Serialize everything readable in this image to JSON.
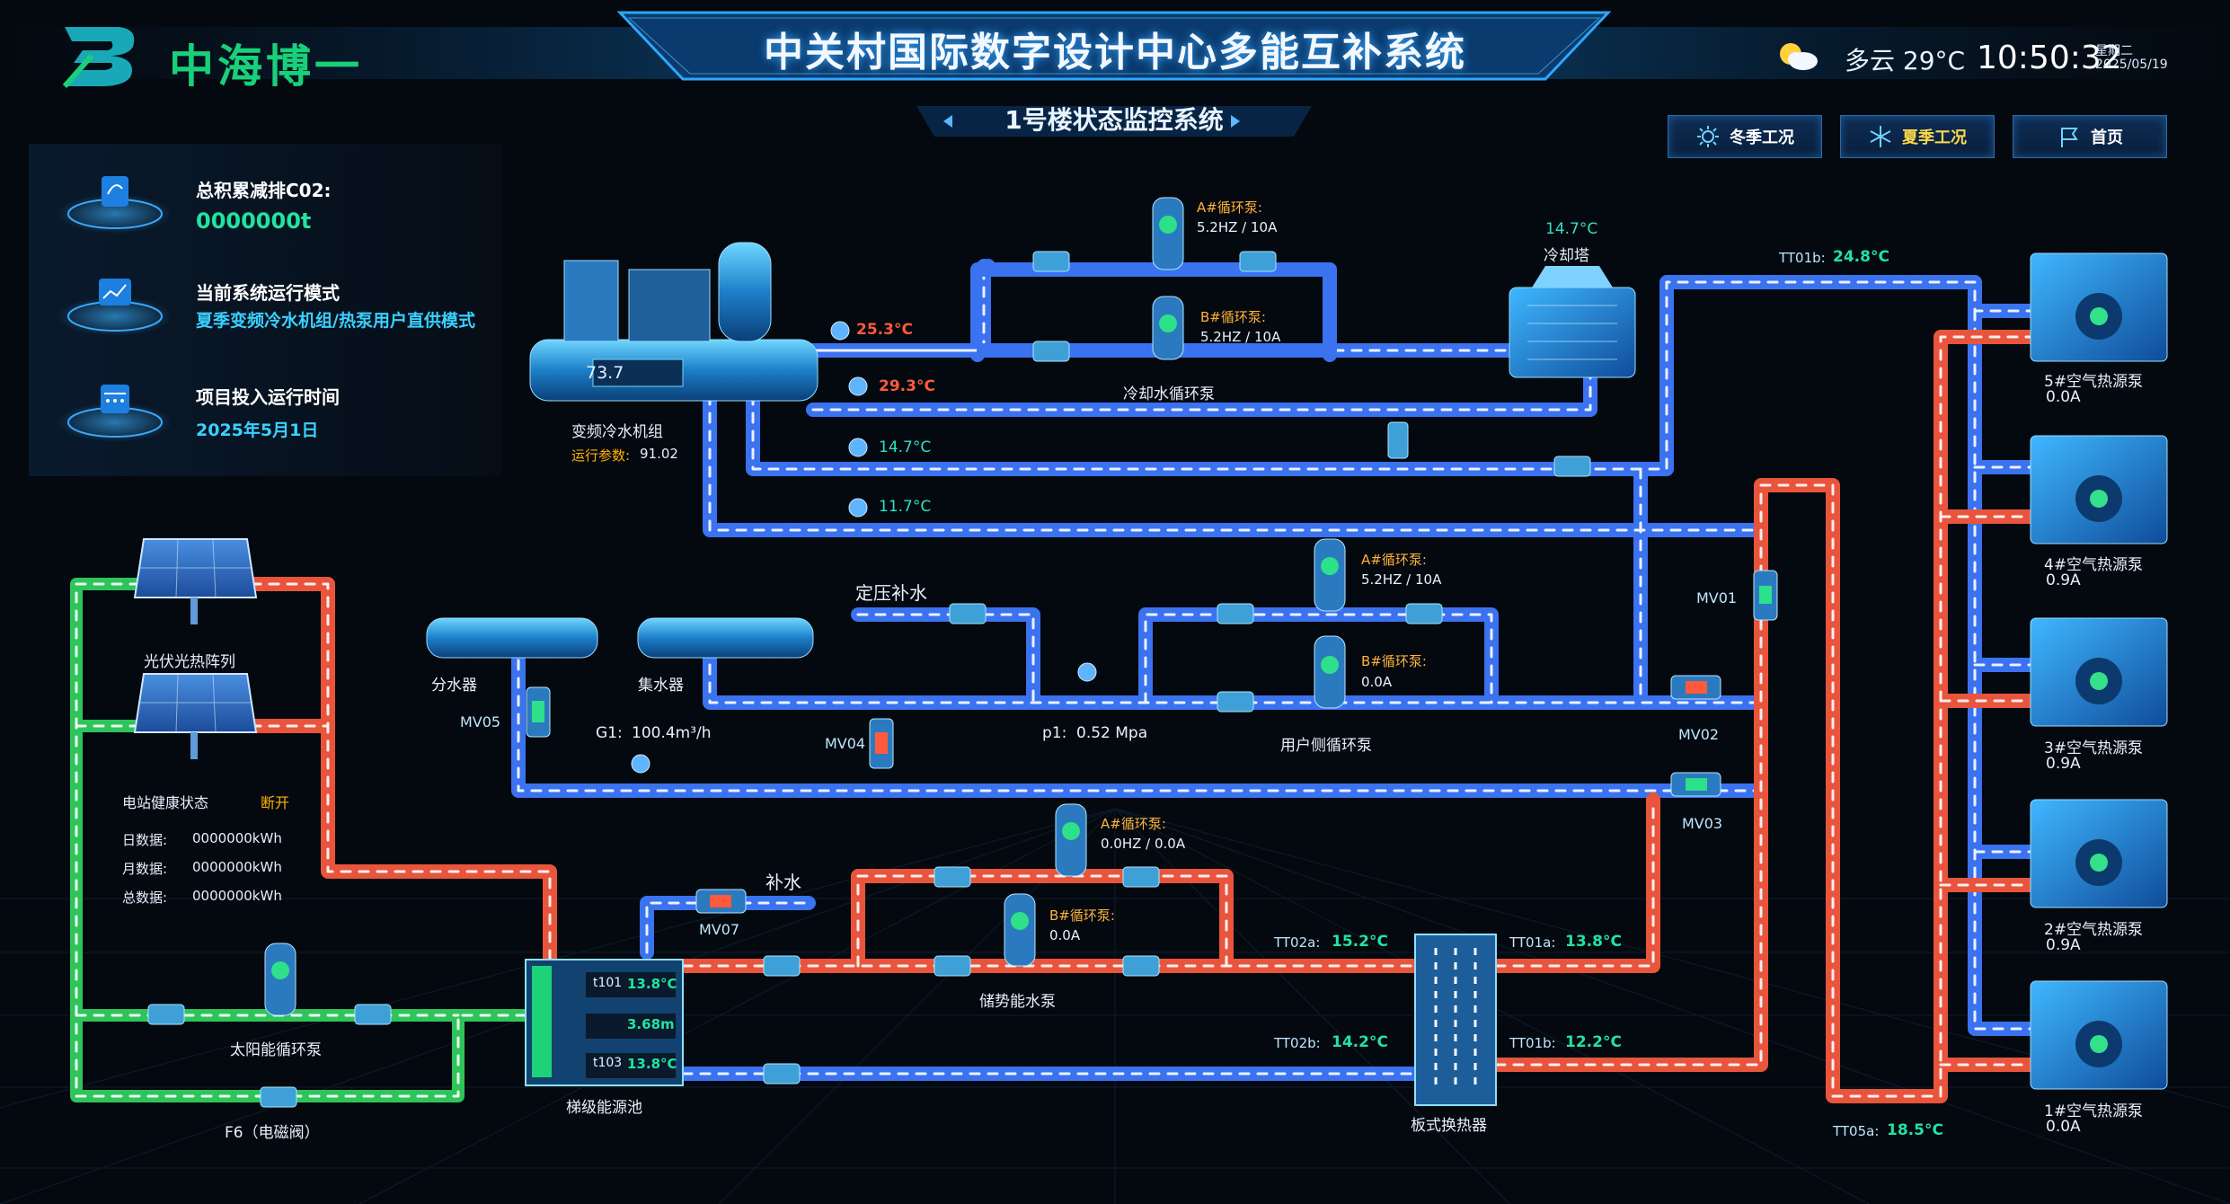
{
  "header": {
    "brand": "中海博一",
    "title": "中关村国际数字设计中心多能互补系统",
    "subtitle": "1号楼状态监控系统",
    "weather": "多云 29°C",
    "time": "10:50:32",
    "weekday": "星期二",
    "date": "2025/05/19",
    "nav": [
      "冬季工况",
      "夏季工况",
      "首页"
    ],
    "active_nav": "夏季工况"
  },
  "info": {
    "co2_label": "总积累减排C02:",
    "co2_value": "0000000t",
    "mode_label": "当前系统运行模式",
    "mode_value": "夏季变频冷水机组/热泵用户直供模式",
    "start_label": "项目投入运行时间",
    "start_value": "2025年5月1日"
  },
  "chiller": {
    "name": "变频冷水机组",
    "param_label": "运行参数:",
    "param_value": "91.02",
    "display": "73.7",
    "t1": "25.3°C",
    "t2": "29.3°C",
    "t3": "14.7°C",
    "t4": "11.7°C"
  },
  "cooling_tower": {
    "temp": "14.7°C",
    "name": "冷却塔",
    "pump_group": "冷却水循环泵",
    "pumpA_label": "A#循环泵:",
    "pumpA_value": "5.2HZ / 10A",
    "pumpB_label": "B#循环泵:",
    "pumpB_value": "5.2HZ / 10A"
  },
  "user_side": {
    "pumpA_label": "A#循环泵:",
    "pumpA_value": "5.2HZ / 10A",
    "pumpB_label": "B#循环泵:",
    "pumpB_value": "0.0A",
    "group": "用户侧循环泵",
    "pressure_label": "定压补水",
    "p1_label": "p1:",
    "p1_value": "0.52 Mpa",
    "g1_label": "G1:",
    "g1_value": "100.4m³/h",
    "supply": "分水器",
    "return": "集水器"
  },
  "valves": {
    "mv01": "MV01",
    "mv02": "MV02",
    "mv03": "MV03",
    "mv04": "MV04",
    "mv05": "MV05",
    "mv07": "MV07"
  },
  "sensors": {
    "tt01b_top_label": "TT01b:",
    "tt01b_top_value": "24.8°C",
    "tt02a_label": "TT02a:",
    "tt02a_value": "15.2°C",
    "tt01a_label": "TT01a:",
    "tt01a_value": "13.8°C",
    "tt02b_label": "TT02b:",
    "tt02b_value": "14.2°C",
    "tt01b_label": "TT01b:",
    "tt01b_value": "12.2°C",
    "tt05a_label": "TT05a:",
    "tt05a_value": "18.5°C"
  },
  "solar": {
    "array": "光伏光热阵列",
    "health_label": "电站健康状态",
    "health_value": "断开",
    "day_label": "日数据:",
    "day_value": "0000000kWh",
    "month_label": "月数据:",
    "month_value": "0000000kWh",
    "total_label": "总数据:",
    "total_value": "0000000kWh",
    "pump": "太阳能循环泵",
    "valve": "F6（电磁阀）"
  },
  "storage": {
    "pumpA_label": "A#循环泵:",
    "pumpA_value": "0.0HZ / 0.0A",
    "pumpB_label": "B#循环泵:",
    "pumpB_value": "0.0A",
    "pump_group": "储势能水泵",
    "makeup": "补水",
    "pool": "梯级能源池",
    "t101_label": "t101",
    "t101_value": "13.8°C",
    "level": "3.68m",
    "t103_label": "t103",
    "t103_value": "13.8°C",
    "exchanger": "板式换热器"
  },
  "heat_pumps": [
    {
      "name": "5#空气热源泵",
      "value": "0.0A"
    },
    {
      "name": "4#空气热源泵",
      "value": "0.9A"
    },
    {
      "name": "3#空气热源泵",
      "value": "0.9A"
    },
    {
      "name": "2#空气热源泵",
      "value": "0.9A"
    },
    {
      "name": "1#空气热源泵",
      "value": "0.0A"
    }
  ],
  "colors": {
    "cold_pipe": "#3a72f0",
    "hot_pipe": "#e8553c",
    "solar_pipe": "#2ec45a",
    "accent": "#22e3a0"
  }
}
